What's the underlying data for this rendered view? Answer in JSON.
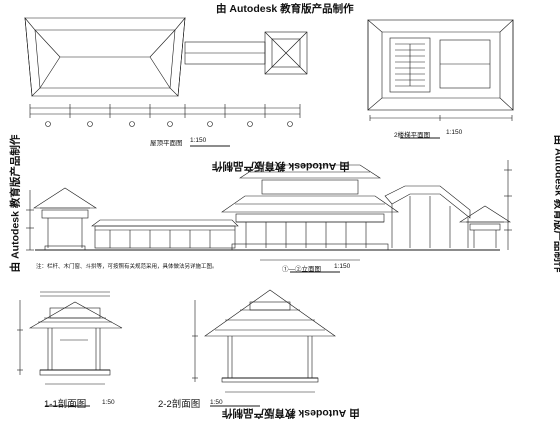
{
  "watermark": {
    "text": "由 Autodesk 教育版产品制作"
  },
  "titles": {
    "roof_plan": "屋顶平面图",
    "roof_plan_scale": "1:150",
    "stair_plan": "2楼梯平面图",
    "stair_plan_scale": "1:150",
    "elevation": "①—②立面图",
    "elevation_scale": "1:150",
    "section_1": "1-1剖面图",
    "section_1_scale": "1:50",
    "section_2": "2-2剖面图",
    "section_2_scale": "1:50"
  },
  "notes": {
    "elevation_note": "注：栏杆、木门窗、斗拱等，可按照有关规范采用，具体做法另详施工图。"
  },
  "colors": {
    "line": "#1a1a1a",
    "background": "#ffffff"
  }
}
